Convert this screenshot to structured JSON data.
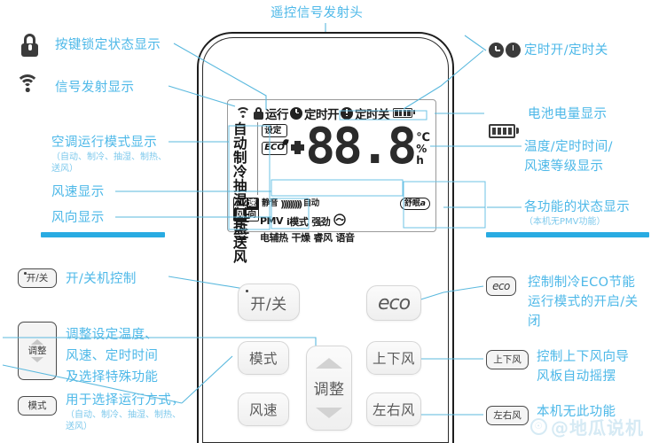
{
  "title_top": "遥控信号发射头",
  "legend_left": [
    {
      "icon": "lock-icon",
      "label": "按键锁定状态显示"
    },
    {
      "icon": "wifi-icon",
      "label": "信号发射显示"
    }
  ],
  "annotations_left": [
    {
      "label": "空调运行模式显示",
      "sub": "（自动、制冷、抽湿、制热、\n送风）"
    },
    {
      "label": "风速显示",
      "sub": ""
    },
    {
      "label": "风向显示",
      "sub": ""
    }
  ],
  "annotations_right": [
    {
      "icons": [
        "clock-icon",
        "clock-alert-icon"
      ],
      "label": "定时开/定时关",
      "sub": ""
    },
    {
      "icons": [
        "battery-icon"
      ],
      "label": "电池电量显示",
      "sub": ""
    },
    {
      "icons": [],
      "label": "温度/定时时间/\n风速等级显示",
      "sub": ""
    },
    {
      "icons": [],
      "label": "各功能的状态显示",
      "sub": "（本机无PMV功能）"
    }
  ],
  "lcd": {
    "status_bar": {
      "wifi": "wifi-icon",
      "lock": "lock-icon",
      "run": "运行",
      "timer_on": "定时开",
      "timer_off": "定时关",
      "battery": "battery-icon"
    },
    "modes": [
      "自动",
      "制冷",
      "抽湿",
      "制热",
      "送风"
    ],
    "tags": {
      "set": "设定",
      "eco": "ECO"
    },
    "digits": "88.8",
    "units": [
      "℃",
      "%",
      "h"
    ],
    "fan_row": {
      "title": "风速",
      "silent": "静音",
      "bars": ")))))))))",
      "auto": "自动",
      "sleep": "舒眠"
    },
    "direction_label": "风向",
    "functions_row1": [
      "PMV",
      "i模式",
      "强劲"
    ],
    "functions_row2": [
      "电辅热",
      "干燥",
      "睿风",
      "语音"
    ]
  },
  "buttons_legend_left": [
    {
      "key": "开/关",
      "label": "开/关机控制",
      "sub": ""
    },
    {
      "key": "调整",
      "label": "调整设定温度、\n风速、定时时间\n及选择特殊功能",
      "sub": ""
    },
    {
      "key": "模式",
      "label": "用于选择运行方式，",
      "sub": "（自动、制冷、抽湿、制热、\n送风）"
    }
  ],
  "buttons_legend_right": [
    {
      "key": "eco",
      "label": "控制制冷ECO节能\n运行模式的开启/关\n闭",
      "sub": ""
    },
    {
      "key": "上下风",
      "label": "控制上下风向导\n风板自动摇摆",
      "sub": ""
    },
    {
      "key": "左右风",
      "label": "本机无此功能",
      "sub": ""
    }
  ],
  "remote_keys": [
    {
      "name": "power",
      "label": "开/关"
    },
    {
      "name": "mode",
      "label": "模式"
    },
    {
      "name": "fanspeed",
      "label": "风速"
    },
    {
      "name": "adjust",
      "label": "调整"
    },
    {
      "name": "eco",
      "label": "eco"
    },
    {
      "name": "updown",
      "label": "上下风"
    },
    {
      "name": "leftright",
      "label": "左右风"
    }
  ],
  "watermark": "@地瓜说机",
  "colors": {
    "accent": "#4db8e8",
    "divider": "#29abe2",
    "ink": "#1d1d1d"
  }
}
